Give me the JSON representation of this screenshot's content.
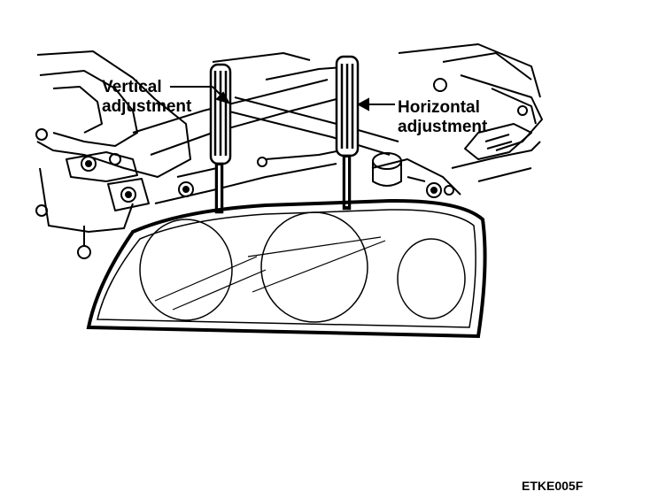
{
  "labels": {
    "vertical_line1": "Vertical",
    "vertical_line2": "adjustment",
    "horizontal_line1": "Horizontal",
    "horizontal_line2": "adjustment"
  },
  "figure_code": "ETKE005F",
  "colors": {
    "ink": "#000000",
    "paper": "#ffffff"
  }
}
